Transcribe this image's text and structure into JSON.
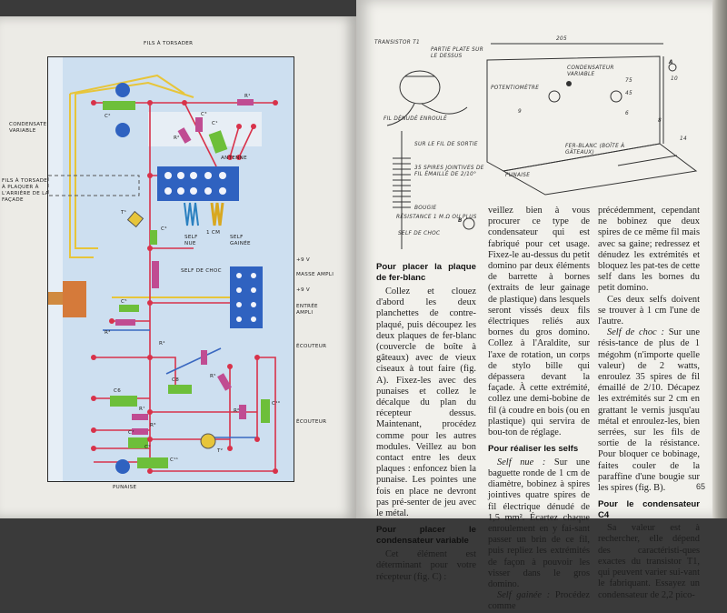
{
  "left_page": {
    "labels": {
      "fils_torsader": "Fils à torsader",
      "condensateur_variable": "Condensateur variable",
      "fils_plaquer": "Fils à torsader et à plaquer à l'arrière de la façade",
      "antenne": "Antenne",
      "self_choc": "Self de choc",
      "self_nue": "Self nue",
      "self_gainee": "Self gainée",
      "cm": "1 cm",
      "plus9v": "+9 V",
      "masse_ampli": "Masse ampli",
      "plus9v_b": "+9 V",
      "entree_ampli": "Entrée ampli",
      "ecouteur1": "Écouteur",
      "ecouteur2": "Écouteur",
      "punaise": "Punaise",
      "r1": "R¹",
      "r2": "R²",
      "r3": "R³",
      "r4": "R⁴",
      "r5": "R⁵",
      "r6": "R⁶",
      "r7": "R⁷",
      "r8": "R⁸",
      "c1": "C¹",
      "c2": "C²",
      "c3": "C³",
      "c4": "C⁴",
      "c5": "C⁵",
      "c6": "C6",
      "c7": "C⁷",
      "c8": "C8",
      "c9": "C⁹",
      "c10": "C¹⁰",
      "c11": "C¹¹",
      "t1": "T¹",
      "t2": "T²"
    }
  },
  "right_page": {
    "fig_b": {
      "transistor": "Transistor T1",
      "partie_plate": "Partie plate sur le dessus",
      "fil_denude": "Fil dénudé enroulé",
      "fil_sortie": "Sur le fil de sortie",
      "spires": "35 spires jointives de fil émaillé de 2/10°",
      "bougie": "Bougie",
      "resistance": "Résistance 1 M.Ω ou plus",
      "self_choc": "Self de choc",
      "letter": "B"
    },
    "fig_c": {
      "dim_205": "205",
      "cond_var": "Condensateur variable",
      "potentiometre": "Potentiomètre",
      "fer_blanc": "Fer-blanc (boîte à gâteaux)",
      "punaise": "Punaise",
      "letter": "A",
      "d10": "10",
      "d9": "9",
      "d75": "75",
      "d45": "45",
      "d6": "6",
      "d14": "14",
      "d8": "8"
    },
    "col1": {
      "h1": "Pour placer la plaque de fer-blanc",
      "p1": "Collez et clouez d'abord les deux planchettes de contre-plaqué, puis découpez les deux plaques de fer-blanc (couvercle de boîte à gâteaux) avec de vieux ciseaux à tout faire (fig. A). Fixez-les avec des punaises et collez le décalque du plan du récepteur dessus. Maintenant, procédez comme pour les autres modules. Veillez au bon contact entre les deux plaques : enfoncez bien la punaise. Les pointes une fois en place ne devront pas pré-senter de jeu avec le métal.",
      "h2": "Pour placer le condensateur variable",
      "p2": "Cet élément est déterminant pour votre récepteur (fig. C) :"
    },
    "col2": {
      "p1": "veillez bien à vous procurer ce type de condensateur qui est fabriqué pour cet usage. Fixez-le au-dessus du petit domino par deux éléments de barrette à bornes (extraits de leur gainage de plastique) dans lesquels seront vissés deux fils électriques reliés aux bornes du gros domino. Collez à l'Araldite, sur l'axe de rotation, un corps de stylo bille qui dépassera devant la façade. À cette extrémité, collez une demi-bobine de fil (à coudre en bois (ou en plastique) qui servira de bou-ton de réglage.",
      "h1": "Pour réaliser les selfs",
      "p2_label": "Self nue :",
      "p2": " Sur une baguette ronde de 1 cm de diamètre, bobinez à spires jointives quatre spires de fil électrique dénudé de 1,5 mm². Écartez chaque enroulement en y fai-sant passer un brin de ce fil, puis repliez les extrémités de façon à pouvoir les visser dans le gros domino.",
      "p3_label": "Self gainée :",
      "p3": " Procédez comme"
    },
    "col3": {
      "p1": "précédemment, cependant ne bobinez que deux spires de ce même fil mais avec sa gaine; redressez et dénudez les extrémités et bloquez les pat-tes de cette self dans les bornes du petit domino.",
      "p2": "Ces deux selfs doivent se trouver à 1 cm l'une de l'autre.",
      "p3_label": "Self de choc :",
      "p3": " Sur une résis-tance de plus de 1 mégohm (n'importe quelle valeur) de 2 watts, enroulez 35 spires de fil émaillé de 2/10. Décapez les extrémités sur 2 cm en grattant le vernis jusqu'au métal et enroulez-les, bien serrées, sur les fils de sortie de la résistance. Pour bloquer ce bobinage, faites couler de la paraffine d'une bougie sur les spires (fig. B).",
      "h1": "Pour le condensateur C4",
      "p4": "Sa valeur est à rechercher, elle dépend des caractéristi-ques exactes du transistor T1, qui peuvent varier sui-vant le fabriquant. Essayez un condensateur de 2,2 pico-"
    },
    "page_number": "65"
  }
}
